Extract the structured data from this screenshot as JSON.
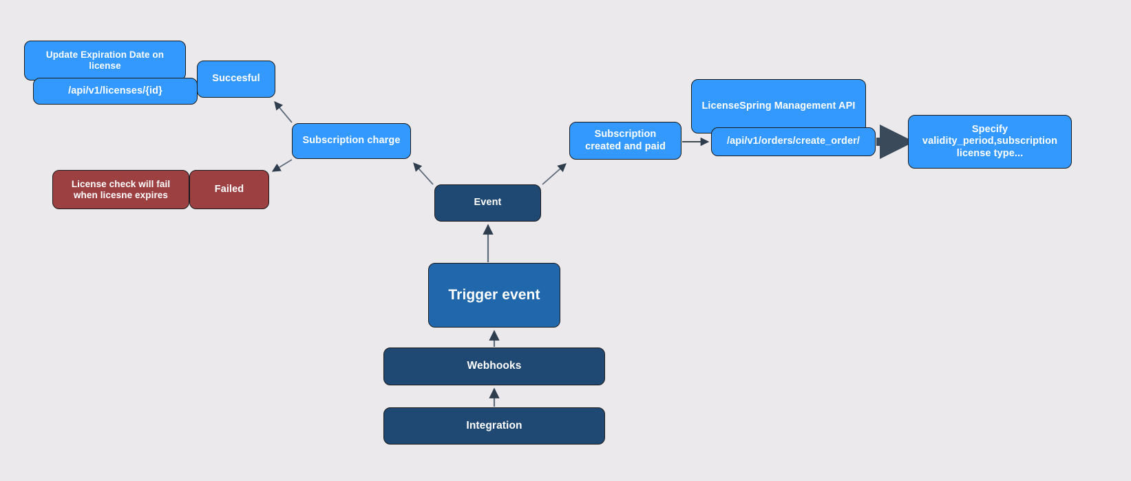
{
  "diagram": {
    "title": "LicenseSpring subscription webhook flow",
    "background_color": "#ebe9ec",
    "colors": {
      "light_blue": "#3399ff",
      "mid_blue": "#2167ab",
      "navy": "#1f4872",
      "red": "#9c4042",
      "edge": "#3b4a5a",
      "node_border": "#1a1a1a",
      "node_text": "#ffffff"
    },
    "nodes": [
      {
        "id": "update-expiration",
        "label": "Update Expiration Date on license",
        "color": "light_blue"
      },
      {
        "id": "licenses-endpoint",
        "label": "/api/v1/licenses/{id}",
        "color": "light_blue"
      },
      {
        "id": "succesful",
        "label": "Succesful",
        "color": "light_blue"
      },
      {
        "id": "subscription-charge",
        "label": "Subscription charge",
        "color": "light_blue"
      },
      {
        "id": "license-check-fail",
        "label": "License check will fail when licesne expires",
        "color": "red"
      },
      {
        "id": "failed",
        "label": "Failed",
        "color": "red"
      },
      {
        "id": "event",
        "label": "Event",
        "color": "navy"
      },
      {
        "id": "subscription-created",
        "label": "Subscription created and paid",
        "color": "light_blue"
      },
      {
        "id": "management-api",
        "label": "LicenseSpring Management API",
        "color": "light_blue"
      },
      {
        "id": "create-order",
        "label": "/api/v1/orders/create_order/",
        "color": "light_blue"
      },
      {
        "id": "specify-validity",
        "label": "Specify validity_period,subscription license type...",
        "color": "light_blue"
      },
      {
        "id": "trigger-event",
        "label": "Trigger event",
        "color": "mid_blue"
      },
      {
        "id": "webhooks",
        "label": "Webhooks",
        "color": "navy"
      },
      {
        "id": "integration",
        "label": "Integration",
        "color": "navy"
      }
    ],
    "edges": [
      {
        "from": "integration",
        "to": "webhooks",
        "style": "thin"
      },
      {
        "from": "webhooks",
        "to": "trigger-event",
        "style": "thin"
      },
      {
        "from": "trigger-event",
        "to": "event",
        "style": "thin"
      },
      {
        "from": "event",
        "to": "subscription-charge",
        "style": "thin"
      },
      {
        "from": "event",
        "to": "subscription-created",
        "style": "thin"
      },
      {
        "from": "subscription-charge",
        "to": "succesful",
        "style": "thin"
      },
      {
        "from": "subscription-charge",
        "to": "failed",
        "style": "thin"
      },
      {
        "from": "subscription-created",
        "to": "create-order",
        "style": "thin"
      },
      {
        "from": "create-order",
        "to": "specify-validity",
        "style": "thick"
      }
    ]
  }
}
